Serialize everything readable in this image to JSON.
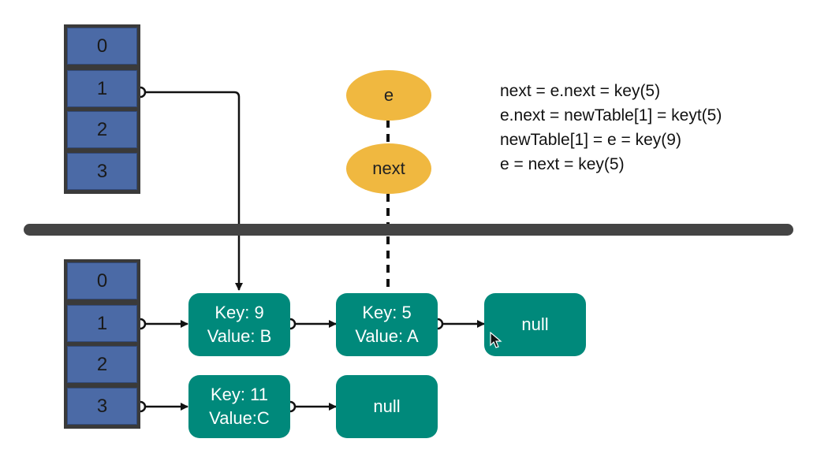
{
  "top_table": {
    "cells": [
      "0",
      "1",
      "2",
      "3"
    ]
  },
  "bottom_table": {
    "cells": [
      "0",
      "1",
      "2",
      "3"
    ]
  },
  "pointers": {
    "e_label": "e",
    "next_label": "next"
  },
  "code_lines": [
    "next = e.next = key(5)",
    "e.next = newTable[1] = keyt(5)",
    "newTable[1] = e = key(9)",
    "e = next = key(5)"
  ],
  "bucket1_chain": [
    {
      "key": "Key: 9",
      "value": "Value: B"
    },
    {
      "key": "Key: 5",
      "value": "Value: A"
    },
    {
      "null_label": "null"
    }
  ],
  "bucket3_chain": [
    {
      "key": "Key: 11",
      "value": "Value:C"
    },
    {
      "null_label": "null"
    }
  ],
  "colors": {
    "cell": "#4b6aa6",
    "node": "#00897b",
    "pointer": "#f0b840",
    "divider": "#444444"
  },
  "icons": {
    "cursor": "mouse-pointer-icon"
  }
}
